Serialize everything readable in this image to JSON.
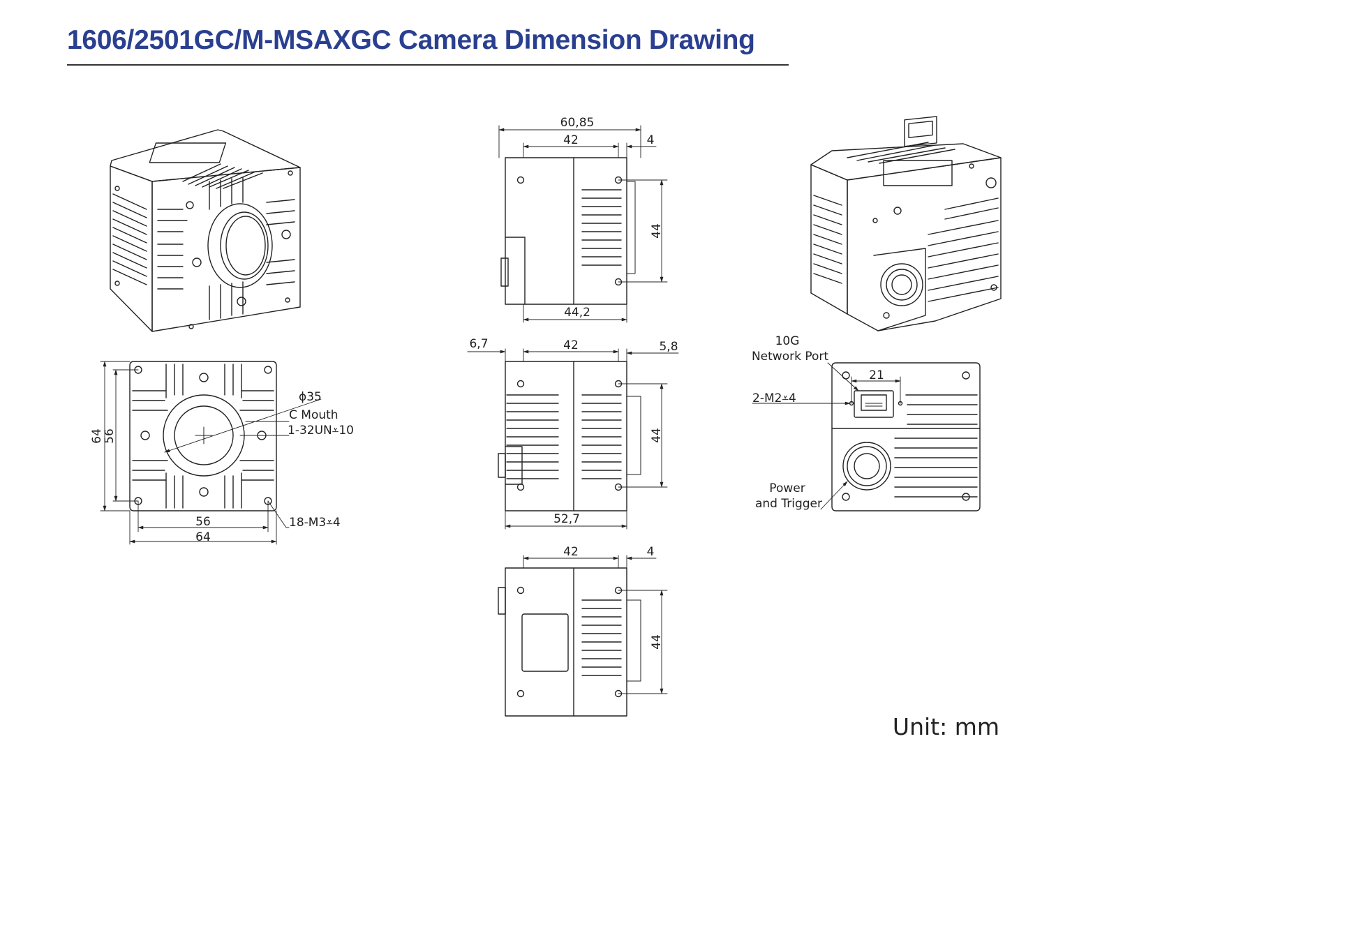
{
  "title": "1606/2501GC/M-MSAXGC Camera Dimension Drawing",
  "unit": "Unit: mm",
  "colors": {
    "title": "#2a3f8f",
    "line": "#222222"
  },
  "front_view": {
    "dims": {
      "outer_h": "64",
      "inner_h": "56",
      "inner_w": "56",
      "outer_w": "64"
    },
    "callouts": {
      "diameter": "ϕ35",
      "mount": "C Mouth",
      "thread": "1-32UN⩡10",
      "holes": "18-M3⩡4"
    }
  },
  "side_view_top": {
    "dims": {
      "total": "60,85",
      "body": "42",
      "cap": "4",
      "height": "44",
      "bottom": "44,2"
    }
  },
  "side_view_mid": {
    "dims": {
      "left": "6,7",
      "body": "42",
      "right": "5,8",
      "height": "44",
      "bottom": "52,7"
    }
  },
  "side_view_bottom": {
    "dims": {
      "body": "42",
      "cap": "4",
      "height": "44"
    }
  },
  "rear_view": {
    "dims": {
      "port_spacing": "21"
    },
    "callouts": {
      "network_line1": "10G",
      "network_line2": "Network Port",
      "screws": "2-M2⩡4",
      "power_line1": "Power",
      "power_line2": "and Trigger"
    }
  }
}
